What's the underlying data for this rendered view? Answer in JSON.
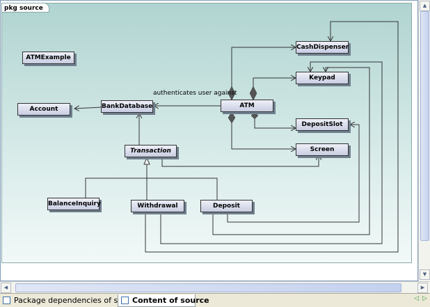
{
  "diagram": {
    "package_tab": "pkg source",
    "assoc_label": "authenticates user against",
    "classes": {
      "atmexample": "ATMExample",
      "account": "Account",
      "bankdatabase": "BankDatabase",
      "atm": "ATM",
      "cashdispenser": "CashDispenser",
      "keypad": "Keypad",
      "depositslot": "DepositSlot",
      "screen": "Screen",
      "transaction": "Transaction",
      "balanceinquiry": "BalanceInquiry",
      "withdrawal": "Withdrawal",
      "deposit": "Deposit"
    }
  },
  "tabs": [
    {
      "label": "Package dependencies of source",
      "icon": "package-diagram-icon"
    },
    {
      "label": "Content of source",
      "icon": "class-diagram-icon"
    }
  ],
  "nav": {
    "prev": "◁",
    "next": "▷"
  }
}
